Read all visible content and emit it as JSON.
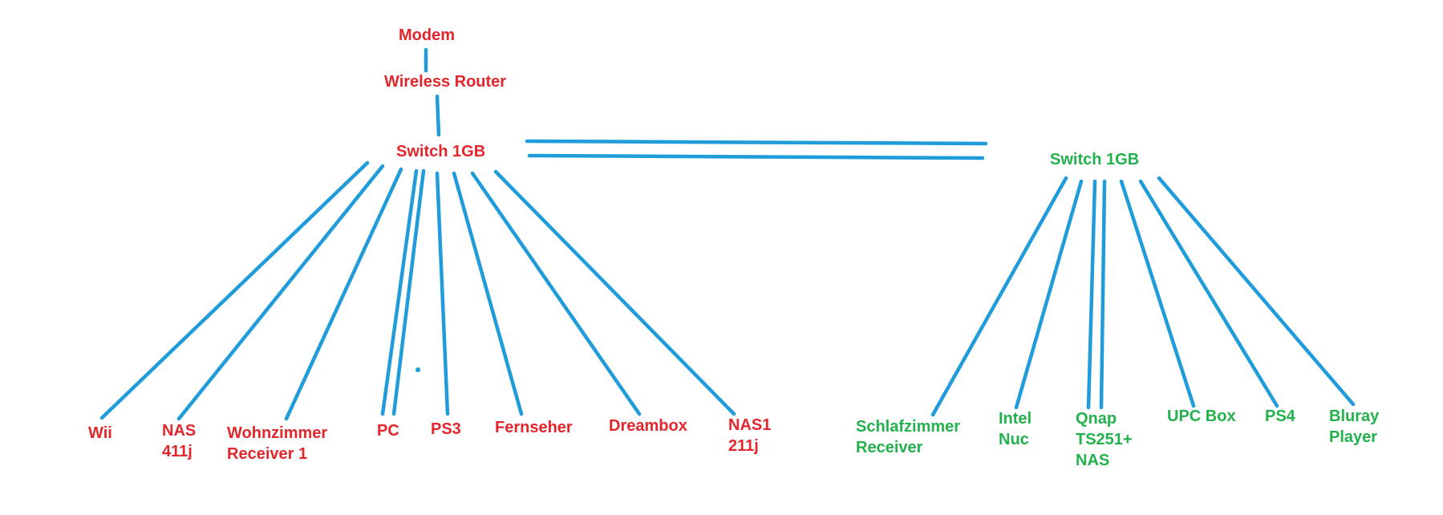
{
  "colors": {
    "line": "#1f9cd9",
    "left_label": "#e2262c",
    "right_label": "#23b14d",
    "background": "#ffffff"
  },
  "nodes": {
    "modem": {
      "label": "Modem"
    },
    "wireless_router": {
      "label": "Wireless Router"
    },
    "switch_left": {
      "label": "Switch 1GB"
    },
    "switch_right": {
      "label": "Switch 1GB"
    }
  },
  "left_devices": [
    {
      "id": "wii",
      "label": "Wii"
    },
    {
      "id": "nas-411j",
      "label": "NAS\n411j"
    },
    {
      "id": "wohnzimmer-receiver-1",
      "label": "Wohnzimmer\nReceiver 1"
    },
    {
      "id": "pc",
      "label": "PC"
    },
    {
      "id": "ps3",
      "label": "PS3"
    },
    {
      "id": "fernseher",
      "label": "Fernseher"
    },
    {
      "id": "dreambox",
      "label": "Dreambox"
    },
    {
      "id": "nas1-211j",
      "label": "NAS1\n211j"
    }
  ],
  "right_devices": [
    {
      "id": "schlafzimmer-receiver",
      "label": "Schlafzimmer\nReceiver"
    },
    {
      "id": "intel-nuc",
      "label": "Intel\nNuc"
    },
    {
      "id": "qnap-ts251-nas",
      "label": "Qnap\nTS251+\nNAS"
    },
    {
      "id": "upc-box",
      "label": "UPC Box"
    },
    {
      "id": "ps4",
      "label": "PS4"
    },
    {
      "id": "bluray-player",
      "label": "Bluray\nPlayer"
    }
  ],
  "connections": [
    {
      "from": "Modem",
      "to": "Wireless Router"
    },
    {
      "from": "Wireless Router",
      "to": "Switch 1GB (left)"
    },
    {
      "from": "Switch 1GB (left)",
      "to": "Switch 1GB (right)"
    },
    {
      "from": "Switch 1GB (left)",
      "to": "Wii"
    },
    {
      "from": "Switch 1GB (left)",
      "to": "NAS 411j"
    },
    {
      "from": "Switch 1GB (left)",
      "to": "Wohnzimmer Receiver 1"
    },
    {
      "from": "Switch 1GB (left)",
      "to": "PC"
    },
    {
      "from": "Switch 1GB (left)",
      "to": "PS3"
    },
    {
      "from": "Switch 1GB (left)",
      "to": "Fernseher"
    },
    {
      "from": "Switch 1GB (left)",
      "to": "Dreambox"
    },
    {
      "from": "Switch 1GB (left)",
      "to": "NAS1 211j"
    },
    {
      "from": "Switch 1GB (right)",
      "to": "Schlafzimmer Receiver"
    },
    {
      "from": "Switch 1GB (right)",
      "to": "Intel Nuc"
    },
    {
      "from": "Switch 1GB (right)",
      "to": "Qnap TS251+ NAS"
    },
    {
      "from": "Switch 1GB (right)",
      "to": "UPC Box"
    },
    {
      "from": "Switch 1GB (right)",
      "to": "PS4"
    },
    {
      "from": "Switch 1GB (right)",
      "to": "Bluray Player"
    }
  ]
}
